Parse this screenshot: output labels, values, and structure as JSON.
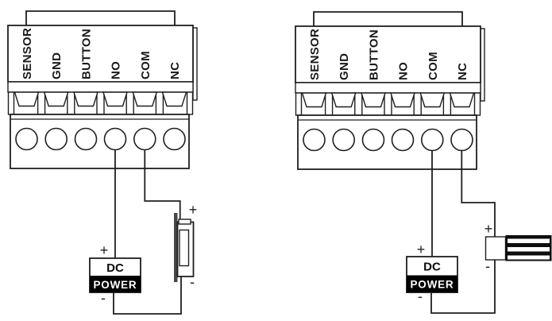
{
  "left_diagram": {
    "terminals": [
      "SENSOR",
      "GND",
      "BUTTON",
      "NO",
      "COM",
      "NC"
    ],
    "power_supply": {
      "line1": "DC",
      "line2": "POWER",
      "plus": "+",
      "minus": "-"
    },
    "lock": {
      "type": "electric-strike-lock",
      "plus": "+",
      "minus": "-"
    },
    "connections": [
      {
        "from": "NO",
        "to": "DC POWER +"
      },
      {
        "from": "COM",
        "to": "LOCK +"
      },
      {
        "from": "DC POWER -",
        "to": "LOCK -"
      }
    ]
  },
  "right_diagram": {
    "terminals": [
      "SENSOR",
      "GND",
      "BUTTON",
      "NO",
      "COM",
      "NC"
    ],
    "power_supply": {
      "line1": "DC",
      "line2": "POWER",
      "plus": "+",
      "minus": "-"
    },
    "lock": {
      "type": "magnetic-lock",
      "plus": "+",
      "minus": "-"
    },
    "connections": [
      {
        "from": "COM",
        "to": "DC POWER +"
      },
      {
        "from": "NC",
        "to": "LOCK +"
      },
      {
        "from": "DC POWER -",
        "to": "LOCK -"
      }
    ]
  },
  "colors": {
    "line": "#1f1f1f",
    "power_box_bg": "#000000",
    "power_box_text": "#ffffff",
    "background": "#ffffff"
  }
}
